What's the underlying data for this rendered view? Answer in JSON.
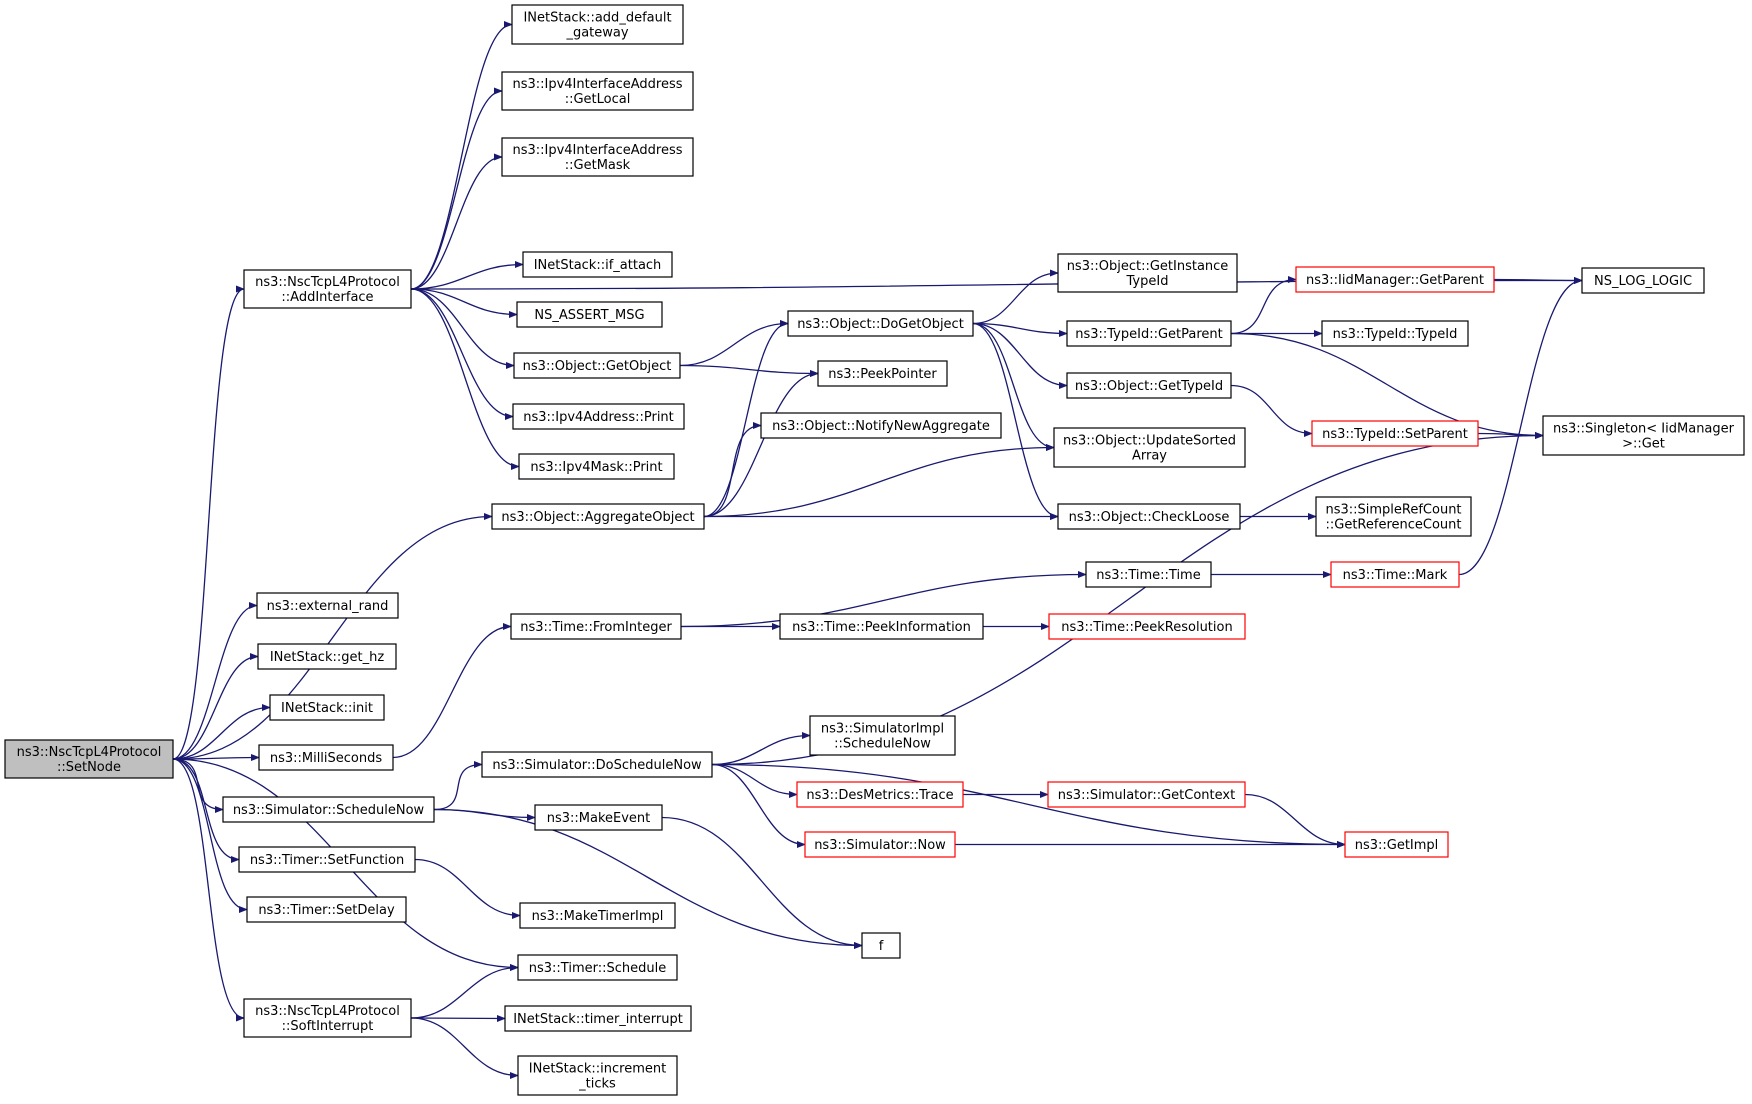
{
  "colors": {
    "edge": "#191970",
    "node_border": "#000000",
    "node_border_truncated": "#ff0000",
    "node_fill": "#ffffff",
    "root_fill": "#bfbfbf"
  },
  "nodes": [
    {
      "id": "setnode",
      "lines": [
        "ns3::NscTcpL4Protocol",
        "::SetNode"
      ],
      "style": "root"
    },
    {
      "id": "addinterface",
      "lines": [
        "ns3::NscTcpL4Protocol",
        "::AddInterface"
      ],
      "style": "normal"
    },
    {
      "id": "add_gateway",
      "lines": [
        "INetStack::add_default",
        "_gateway"
      ],
      "style": "normal"
    },
    {
      "id": "getlocal",
      "lines": [
        "ns3::Ipv4InterfaceAddress",
        "::GetLocal"
      ],
      "style": "normal"
    },
    {
      "id": "getmask",
      "lines": [
        "ns3::Ipv4InterfaceAddress",
        "::GetMask"
      ],
      "style": "normal"
    },
    {
      "id": "if_attach",
      "lines": [
        "INetStack::if_attach"
      ],
      "style": "normal"
    },
    {
      "id": "assert_msg",
      "lines": [
        "NS_ASSERT_MSG"
      ],
      "style": "normal"
    },
    {
      "id": "getobject",
      "lines": [
        "ns3::Object::GetObject"
      ],
      "style": "normal"
    },
    {
      "id": "ipv4addr_print",
      "lines": [
        "ns3::Ipv4Address::Print"
      ],
      "style": "normal"
    },
    {
      "id": "ipv4mask_print",
      "lines": [
        "ns3::Ipv4Mask::Print"
      ],
      "style": "normal"
    },
    {
      "id": "aggregate",
      "lines": [
        "ns3::Object::AggregateObject"
      ],
      "style": "normal"
    },
    {
      "id": "external_rand",
      "lines": [
        "ns3::external_rand"
      ],
      "style": "normal"
    },
    {
      "id": "get_hz",
      "lines": [
        "INetStack::get_hz"
      ],
      "style": "normal"
    },
    {
      "id": "init",
      "lines": [
        "INetStack::init"
      ],
      "style": "normal"
    },
    {
      "id": "milliseconds",
      "lines": [
        "ns3::MilliSeconds"
      ],
      "style": "normal"
    },
    {
      "id": "schedulenow",
      "lines": [
        "ns3::Simulator::ScheduleNow"
      ],
      "style": "normal"
    },
    {
      "id": "setfunction",
      "lines": [
        "ns3::Timer::SetFunction"
      ],
      "style": "normal"
    },
    {
      "id": "setdelay",
      "lines": [
        "ns3::Timer::SetDelay"
      ],
      "style": "normal"
    },
    {
      "id": "timer_schedule",
      "lines": [
        "ns3::Timer::Schedule"
      ],
      "style": "normal"
    },
    {
      "id": "softinterrupt",
      "lines": [
        "ns3::NscTcpL4Protocol",
        "::SoftInterrupt"
      ],
      "style": "normal"
    },
    {
      "id": "timer_interrupt",
      "lines": [
        "INetStack::timer_interrupt"
      ],
      "style": "normal"
    },
    {
      "id": "increment_ticks",
      "lines": [
        "INetStack::increment",
        "_ticks"
      ],
      "style": "normal"
    },
    {
      "id": "dogetobject",
      "lines": [
        "ns3::Object::DoGetObject"
      ],
      "style": "normal"
    },
    {
      "id": "peekpointer",
      "lines": [
        "ns3::PeekPointer"
      ],
      "style": "normal"
    },
    {
      "id": "notifynewaggregate",
      "lines": [
        "ns3::Object::NotifyNewAggregate"
      ],
      "style": "normal"
    },
    {
      "id": "getinstancetypeid",
      "lines": [
        "ns3::Object::GetInstance",
        "TypeId"
      ],
      "style": "normal"
    },
    {
      "id": "typeid_getparent",
      "lines": [
        "ns3::TypeId::GetParent"
      ],
      "style": "normal"
    },
    {
      "id": "object_gettypeid",
      "lines": [
        "ns3::Object::GetTypeId"
      ],
      "style": "normal"
    },
    {
      "id": "updatesorted",
      "lines": [
        "ns3::Object::UpdateSorted",
        "Array"
      ],
      "style": "normal"
    },
    {
      "id": "checkloose",
      "lines": [
        "ns3::Object::CheckLoose"
      ],
      "style": "normal"
    },
    {
      "id": "iid_getparent",
      "lines": [
        "ns3::IidManager::GetParent"
      ],
      "style": "truncated"
    },
    {
      "id": "typeid_typeid",
      "lines": [
        "ns3::TypeId::TypeId"
      ],
      "style": "normal"
    },
    {
      "id": "typeid_setparent",
      "lines": [
        "ns3::TypeId::SetParent"
      ],
      "style": "truncated"
    },
    {
      "id": "ns_log_logic",
      "lines": [
        "NS_LOG_LOGIC"
      ],
      "style": "normal"
    },
    {
      "id": "singleton_get",
      "lines": [
        "ns3::Singleton< IidManager",
        " >::Get"
      ],
      "style": "normal"
    },
    {
      "id": "getreferencecount",
      "lines": [
        "ns3::SimpleRefCount",
        "::GetReferenceCount"
      ],
      "style": "normal"
    },
    {
      "id": "time_frominteger",
      "lines": [
        "ns3::Time::FromInteger"
      ],
      "style": "normal"
    },
    {
      "id": "time_time",
      "lines": [
        "ns3::Time::Time"
      ],
      "style": "normal"
    },
    {
      "id": "time_mark",
      "lines": [
        "ns3::Time::Mark"
      ],
      "style": "truncated"
    },
    {
      "id": "peekinformation",
      "lines": [
        "ns3::Time::PeekInformation"
      ],
      "style": "normal"
    },
    {
      "id": "peekresolution",
      "lines": [
        "ns3::Time::PeekResolution"
      ],
      "style": "truncated"
    },
    {
      "id": "doschedulenow",
      "lines": [
        "ns3::Simulator::DoScheduleNow"
      ],
      "style": "normal"
    },
    {
      "id": "simimpl_schedulenow",
      "lines": [
        "ns3::SimulatorImpl",
        "::ScheduleNow"
      ],
      "style": "normal"
    },
    {
      "id": "desmetrics_trace",
      "lines": [
        "ns3::DesMetrics::Trace"
      ],
      "style": "truncated"
    },
    {
      "id": "simulator_getcontext",
      "lines": [
        "ns3::Simulator::GetContext"
      ],
      "style": "truncated"
    },
    {
      "id": "simulator_now",
      "lines": [
        "ns3::Simulator::Now"
      ],
      "style": "truncated"
    },
    {
      "id": "getimpl",
      "lines": [
        "ns3::GetImpl"
      ],
      "style": "truncated"
    },
    {
      "id": "makeevent",
      "lines": [
        "ns3::MakeEvent"
      ],
      "style": "normal"
    },
    {
      "id": "maketimerimpl",
      "lines": [
        "ns3::MakeTimerImpl"
      ],
      "style": "normal"
    },
    {
      "id": "f",
      "lines": [
        "f"
      ],
      "style": "normal"
    }
  ],
  "edges": [
    {
      "from": "setnode",
      "to": "addinterface"
    },
    {
      "from": "setnode",
      "to": "aggregate"
    },
    {
      "from": "setnode",
      "to": "external_rand"
    },
    {
      "from": "setnode",
      "to": "get_hz"
    },
    {
      "from": "setnode",
      "to": "init"
    },
    {
      "from": "setnode",
      "to": "milliseconds"
    },
    {
      "from": "setnode",
      "to": "schedulenow"
    },
    {
      "from": "setnode",
      "to": "setfunction"
    },
    {
      "from": "setnode",
      "to": "setdelay"
    },
    {
      "from": "setnode",
      "to": "timer_schedule"
    },
    {
      "from": "setnode",
      "to": "softinterrupt"
    },
    {
      "from": "addinterface",
      "to": "add_gateway"
    },
    {
      "from": "addinterface",
      "to": "getlocal"
    },
    {
      "from": "addinterface",
      "to": "getmask"
    },
    {
      "from": "addinterface",
      "to": "ns_log_logic"
    },
    {
      "from": "addinterface",
      "to": "if_attach"
    },
    {
      "from": "addinterface",
      "to": "assert_msg"
    },
    {
      "from": "addinterface",
      "to": "getobject"
    },
    {
      "from": "addinterface",
      "to": "ipv4addr_print"
    },
    {
      "from": "addinterface",
      "to": "ipv4mask_print"
    },
    {
      "from": "getobject",
      "to": "dogetobject"
    },
    {
      "from": "getobject",
      "to": "peekpointer"
    },
    {
      "from": "aggregate",
      "to": "dogetobject"
    },
    {
      "from": "aggregate",
      "to": "peekpointer"
    },
    {
      "from": "aggregate",
      "to": "notifynewaggregate"
    },
    {
      "from": "aggregate",
      "to": "updatesorted"
    },
    {
      "from": "aggregate",
      "to": "checkloose"
    },
    {
      "from": "dogetobject",
      "to": "getinstancetypeid"
    },
    {
      "from": "dogetobject",
      "to": "typeid_getparent"
    },
    {
      "from": "dogetobject",
      "to": "object_gettypeid"
    },
    {
      "from": "dogetobject",
      "to": "updatesorted"
    },
    {
      "from": "dogetobject",
      "to": "checkloose"
    },
    {
      "from": "typeid_getparent",
      "to": "iid_getparent"
    },
    {
      "from": "typeid_getparent",
      "to": "typeid_typeid"
    },
    {
      "from": "typeid_getparent",
      "to": "singleton_get"
    },
    {
      "from": "iid_getparent",
      "to": "ns_log_logic"
    },
    {
      "from": "object_gettypeid",
      "to": "typeid_setparent"
    },
    {
      "from": "typeid_setparent",
      "to": "singleton_get"
    },
    {
      "from": "checkloose",
      "to": "getreferencecount"
    },
    {
      "from": "milliseconds",
      "to": "time_frominteger"
    },
    {
      "from": "time_frominteger",
      "to": "time_time"
    },
    {
      "from": "time_frominteger",
      "to": "peekinformation"
    },
    {
      "from": "time_time",
      "to": "time_mark"
    },
    {
      "from": "time_mark",
      "to": "ns_log_logic"
    },
    {
      "from": "peekinformation",
      "to": "peekresolution"
    },
    {
      "from": "schedulenow",
      "to": "doschedulenow"
    },
    {
      "from": "schedulenow",
      "to": "makeevent"
    },
    {
      "from": "schedulenow",
      "to": "f"
    },
    {
      "from": "doschedulenow",
      "to": "singleton_get"
    },
    {
      "from": "doschedulenow",
      "to": "simimpl_schedulenow"
    },
    {
      "from": "doschedulenow",
      "to": "desmetrics_trace"
    },
    {
      "from": "doschedulenow",
      "to": "simulator_now"
    },
    {
      "from": "doschedulenow",
      "to": "getimpl"
    },
    {
      "from": "desmetrics_trace",
      "to": "simulator_getcontext"
    },
    {
      "from": "simulator_getcontext",
      "to": "getimpl"
    },
    {
      "from": "simulator_now",
      "to": "getimpl"
    },
    {
      "from": "makeevent",
      "to": "f"
    },
    {
      "from": "setfunction",
      "to": "maketimerimpl"
    },
    {
      "from": "softinterrupt",
      "to": "timer_schedule"
    },
    {
      "from": "softinterrupt",
      "to": "timer_interrupt"
    },
    {
      "from": "softinterrupt",
      "to": "increment_ticks"
    }
  ]
}
